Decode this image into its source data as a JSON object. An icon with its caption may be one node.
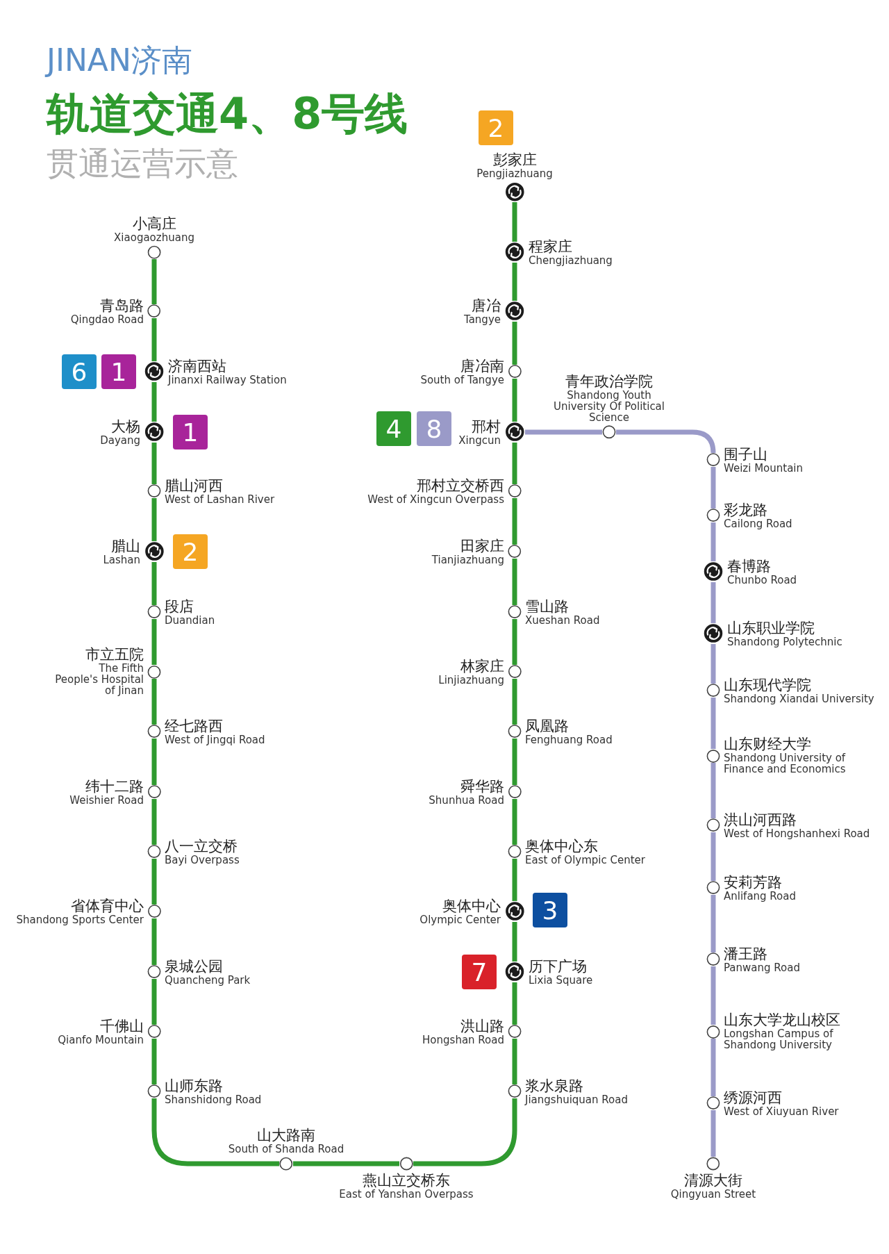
{
  "diagram": {
    "title": "轨道交通4、8号线",
    "nodes": [
      {
        "text": [
          "小高庄",
          "Xiaogaozhuang"
        ]
      },
      {
        "text": [
          "青岛路",
          "Qingdao Road"
        ]
      },
      {
        "text": [
          "济南西站",
          "Jinanxi Railway Station"
        ]
      },
      {
        "text": [
          "大杨",
          "Dayang"
        ]
      },
      {
        "text": [
          "腊山河西",
          "West of Lashan River"
        ]
      },
      {
        "text": [
          "腊山",
          "Lashan"
        ]
      },
      {
        "text": [
          "段店",
          "Duandian"
        ]
      },
      {
        "text": [
          "市立五院",
          "The Fifth People's Hospital of Jinan"
        ]
      },
      {
        "text": [
          "经七路西",
          "West of Jingqi Road"
        ]
      },
      {
        "text": [
          "纬十二路",
          "Weishier Road"
        ]
      },
      {
        "text": [
          "八一立交桥",
          "Bayi Overpass"
        ]
      },
      {
        "text": [
          "省体育中心",
          "Shandong Sports Center"
        ]
      },
      {
        "text": [
          "泉城公园",
          "Quancheng Park"
        ]
      },
      {
        "text": [
          "千佛山",
          "Qianfo Mountain"
        ]
      },
      {
        "text": [
          "山师东路",
          "Shanshidong Road"
        ]
      },
      {
        "text": [
          "山大路南",
          "South of Shanda Road"
        ]
      },
      {
        "text": [
          "燕山立交桥东",
          "East of Yanshan Overpass"
        ]
      },
      {
        "text": [
          "浆水泉路",
          "Jiangshuiquan Road"
        ]
      },
      {
        "text": [
          "洪山路",
          "Hongshan Road"
        ]
      },
      {
        "text": [
          "历下广场",
          "Lixia Square"
        ]
      },
      {
        "text": [
          "奥体中心",
          "Olympic Center"
        ]
      },
      {
        "text": [
          "奥体中心东",
          "East of Olympic Center"
        ]
      },
      {
        "text": [
          "舜华路",
          "Shunhua Road"
        ]
      },
      {
        "text": [
          "凤凰路",
          "Fenghuang Road"
        ]
      },
      {
        "text": [
          "林家庄",
          "Linjiazhuang"
        ]
      },
      {
        "text": [
          "雪山路",
          "Xueshan Road"
        ]
      },
      {
        "text": [
          "田家庄",
          "Tianjiazhuang"
        ]
      },
      {
        "text": [
          "邢村立交桥西",
          "West of Xingcun Overpass"
        ]
      },
      {
        "text": [
          "邢村",
          "Xingcun"
        ]
      },
      {
        "text": [
          "唐冶南",
          "South of Tangye"
        ]
      },
      {
        "text": [
          "唐冶",
          "Tangye"
        ]
      },
      {
        "text": [
          "程家庄",
          "Chengjiazhuang"
        ]
      },
      {
        "text": [
          "彭家庄",
          "Pengjiazhuang"
        ]
      },
      {
        "text": [
          "青年政治学院",
          "Shandong Youth University Of Political Science"
        ]
      },
      {
        "text": [
          "围子山",
          "Weizi Mountain"
        ]
      },
      {
        "text": [
          "彩龙路",
          "Cailong Road"
        ]
      },
      {
        "text": [
          "春博路",
          "Chunbo Road"
        ]
      },
      {
        "text": [
          "山东职业学院",
          "Shandong Polytechnic"
        ]
      },
      {
        "text": [
          "山东现代学院",
          "Shandong Xiandai University"
        ]
      },
      {
        "text": [
          "山东财经大学",
          "Shandong University of Finance and Economics"
        ]
      },
      {
        "text": [
          "洪山河西路",
          "West of Hongshanhexi Road"
        ]
      },
      {
        "text": [
          "安莉芳路",
          "Anlifang Road"
        ]
      },
      {
        "text": [
          "潘王路",
          "Panwang Road"
        ]
      },
      {
        "text": [
          "山东大学龙山校区",
          "Longshan Campus of Shandong University"
        ]
      },
      {
        "text": [
          "绣源河西",
          "West of Xiuyuan River"
        ]
      },
      {
        "text": [
          "清源大街",
          "Qingyuan Street"
        ]
      },
      {
        "text": [
          "6"
        ]
      },
      {
        "text": [
          "1"
        ]
      },
      {
        "text": [
          "1"
        ]
      },
      {
        "text": [
          "2"
        ]
      },
      {
        "text": [
          "4"
        ]
      },
      {
        "text": [
          "8"
        ]
      },
      {
        "text": [
          "3"
        ]
      },
      {
        "text": [
          "7"
        ]
      },
      {
        "text": [
          "2"
        ]
      }
    ],
    "edges": [
      {
        "from": 0,
        "to": 1,
        "arrow": "none"
      },
      {
        "from": 1,
        "to": 2,
        "arrow": "none"
      },
      {
        "from": 2,
        "to": 3,
        "arrow": "none"
      },
      {
        "from": 3,
        "to": 4,
        "arrow": "none"
      },
      {
        "from": 4,
        "to": 5,
        "arrow": "none"
      },
      {
        "from": 5,
        "to": 6,
        "arrow": "none"
      },
      {
        "from": 6,
        "to": 7,
        "arrow": "none"
      },
      {
        "from": 7,
        "to": 8,
        "arrow": "none"
      },
      {
        "from": 8,
        "to": 9,
        "arrow": "none"
      },
      {
        "from": 9,
        "to": 10,
        "arrow": "none"
      },
      {
        "from": 10,
        "to": 11,
        "arrow": "none"
      },
      {
        "from": 11,
        "to": 12,
        "arrow": "none"
      },
      {
        "from": 12,
        "to": 13,
        "arrow": "none"
      },
      {
        "from": 13,
        "to": 14,
        "arrow": "none"
      },
      {
        "from": 14,
        "to": 15,
        "arrow": "none"
      },
      {
        "from": 15,
        "to": 16,
        "arrow": "none"
      },
      {
        "from": 16,
        "to": 17,
        "arrow": "none"
      },
      {
        "from": 17,
        "to": 18,
        "arrow": "none"
      },
      {
        "from": 18,
        "to": 19,
        "arrow": "none"
      },
      {
        "from": 19,
        "to": 20,
        "arrow": "none"
      },
      {
        "from": 20,
        "to": 21,
        "arrow": "none"
      },
      {
        "from": 21,
        "to": 22,
        "arrow": "none"
      },
      {
        "from": 22,
        "to": 23,
        "arrow": "none"
      },
      {
        "from": 23,
        "to": 24,
        "arrow": "none"
      },
      {
        "from": 24,
        "to": 25,
        "arrow": "none"
      },
      {
        "from": 25,
        "to": 26,
        "arrow": "none"
      },
      {
        "from": 26,
        "to": 27,
        "arrow": "none"
      },
      {
        "from": 27,
        "to": 28,
        "arrow": "none"
      },
      {
        "from": 28,
        "to": 29,
        "arrow": "none"
      },
      {
        "from": 29,
        "to": 30,
        "arrow": "none"
      },
      {
        "from": 30,
        "to": 31,
        "arrow": "none"
      },
      {
        "from": 31,
        "to": 32,
        "arrow": "none"
      },
      {
        "from": 28,
        "to": 33,
        "arrow": "none",
        "color": "#9a9ac8"
      },
      {
        "from": 33,
        "to": 34,
        "arrow": "none",
        "color": "#9a9ac8"
      },
      {
        "from": 34,
        "to": 35,
        "arrow": "none",
        "color": "#9a9ac8"
      },
      {
        "from": 35,
        "to": 36,
        "arrow": "none",
        "color": "#9a9ac8"
      },
      {
        "from": 36,
        "to": 37,
        "arrow": "none",
        "color": "#9a9ac8"
      },
      {
        "from": 37,
        "to": 38,
        "arrow": "none",
        "color": "#9a9ac8"
      },
      {
        "from": 38,
        "to": 39,
        "arrow": "none",
        "color": "#9a9ac8"
      },
      {
        "from": 39,
        "to": 40,
        "arrow": "none",
        "color": "#9a9ac8"
      },
      {
        "from": 40,
        "to": 41,
        "arrow": "none",
        "color": "#9a9ac8"
      },
      {
        "from": 41,
        "to": 42,
        "arrow": "none",
        "color": "#9a9ac8"
      },
      {
        "from": 42,
        "to": 43,
        "arrow": "none",
        "color": "#9a9ac8"
      },
      {
        "from": 43,
        "to": 44,
        "arrow": "none",
        "color": "#9a9ac8"
      },
      {
        "from": 44,
        "to": 45,
        "arrow": "none",
        "color": "#9a9ac8"
      }
    ],
    "labels": [
      "JINAN济南",
      "贯通运营示意"
    ]
  }
}
